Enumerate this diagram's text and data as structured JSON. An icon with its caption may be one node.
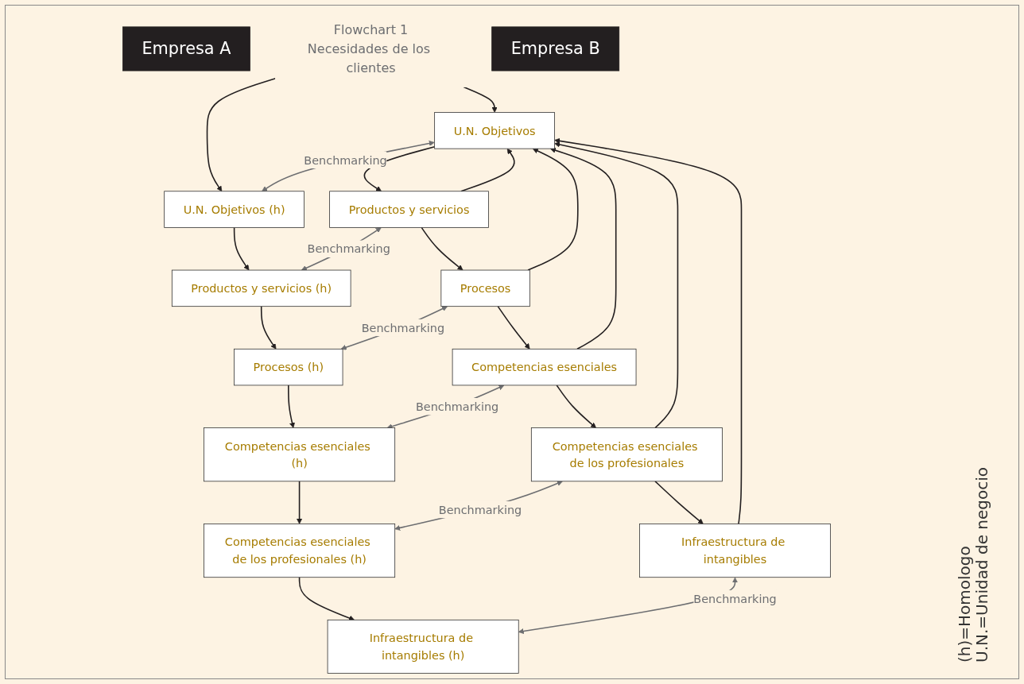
{
  "diagram": {
    "nodes": [
      {
        "text": [
          "Empresa A"
        ]
      },
      {
        "text": [
          "Flowchart 1",
          "Necesidades de los clientes"
        ]
      },
      {
        "text": [
          "Empresa B"
        ]
      },
      {
        "text": [
          "U.N. Objetivos"
        ]
      },
      {
        "text": [
          "Productos y servicios"
        ]
      },
      {
        "text": [
          "Procesos"
        ]
      },
      {
        "text": [
          "Competencias esenciales"
        ]
      },
      {
        "text": [
          "Competencias esenciales de los profesionales"
        ]
      },
      {
        "text": [
          "Infraestructura de intangibles"
        ]
      },
      {
        "text": [
          "U.N. Objetivos (h)"
        ]
      },
      {
        "text": [
          "Productos y servicios (h)"
        ]
      },
      {
        "text": [
          "Procesos (h)"
        ]
      },
      {
        "text": [
          "Competencias esenciales (h)"
        ]
      },
      {
        "text": [
          "Competencias esenciales de los profesionales (h)"
        ]
      },
      {
        "text": [
          "Infraestructura de intangibles (h)"
        ]
      }
    ],
    "edges": [
      {
        "from": 1,
        "to": 3,
        "arrow": "to"
      },
      {
        "from": 1,
        "to": 9,
        "arrow": "to"
      },
      {
        "from": 3,
        "to": 4,
        "arrow": "to"
      },
      {
        "from": 4,
        "to": 5,
        "arrow": "to"
      },
      {
        "from": 5,
        "to": 6,
        "arrow": "to"
      },
      {
        "from": 6,
        "to": 7,
        "arrow": "to"
      },
      {
        "from": 7,
        "to": 8,
        "arrow": "to"
      },
      {
        "from": 9,
        "to": 10,
        "arrow": "to"
      },
      {
        "from": 10,
        "to": 11,
        "arrow": "to"
      },
      {
        "from": 11,
        "to": 12,
        "arrow": "to"
      },
      {
        "from": 12,
        "to": 13,
        "arrow": "to"
      },
      {
        "from": 13,
        "to": 14,
        "arrow": "to"
      },
      {
        "from": 3,
        "to": 9,
        "arrow": "both",
        "label": "Benchmarking",
        "color": "#6d6e71"
      },
      {
        "from": 4,
        "to": 10,
        "arrow": "both",
        "label": "Benchmarking",
        "color": "#6d6e71"
      },
      {
        "from": 5,
        "to": 11,
        "arrow": "both",
        "label": "Benchmarking",
        "color": "#6d6e71"
      },
      {
        "from": 6,
        "to": 12,
        "arrow": "both",
        "label": "Benchmarking",
        "color": "#6d6e71"
      },
      {
        "from": 7,
        "to": 13,
        "arrow": "both",
        "label": "Benchmarking",
        "color": "#6d6e71"
      },
      {
        "from": 8,
        "to": 14,
        "arrow": "both",
        "label": "Benchmarking",
        "color": "#6d6e71"
      },
      {
        "from": 4,
        "to": 3,
        "arrow": "to"
      },
      {
        "from": 5,
        "to": 3,
        "arrow": "to"
      },
      {
        "from": 6,
        "to": 3,
        "arrow": "to"
      },
      {
        "from": 7,
        "to": 3,
        "arrow": "to"
      },
      {
        "from": 8,
        "to": 3,
        "arrow": "to"
      }
    ],
    "labels": [
      "(h)=Homologo",
      "U.N.=Unidad de negocio"
    ]
  }
}
